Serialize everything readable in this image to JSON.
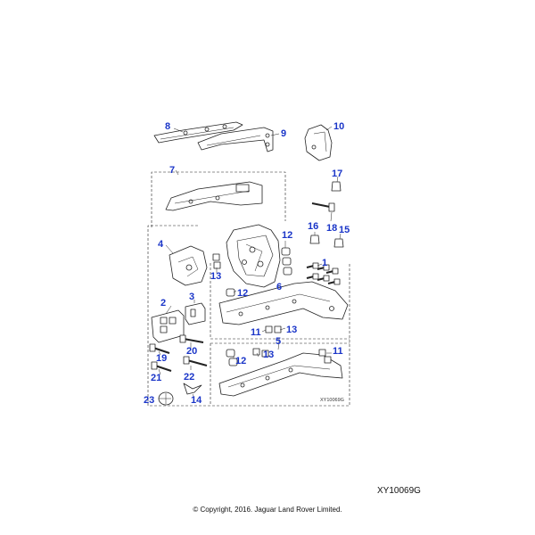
{
  "callouts": [
    "1",
    "2",
    "3",
    "4",
    "5",
    "6",
    "7",
    "8",
    "9",
    "10",
    "11",
    "11",
    "12",
    "12",
    "12",
    "13",
    "13",
    "13",
    "14",
    "15",
    "16",
    "17",
    "18",
    "19",
    "20",
    "21",
    "22",
    "23"
  ],
  "inner_code": "XY10069G",
  "figure_code": "XY10069G",
  "copyright": "© Copyright, 2016. Jaguar Land Rover Limited.",
  "colors": {
    "callout": "#1a35c8",
    "line": "#222222"
  }
}
